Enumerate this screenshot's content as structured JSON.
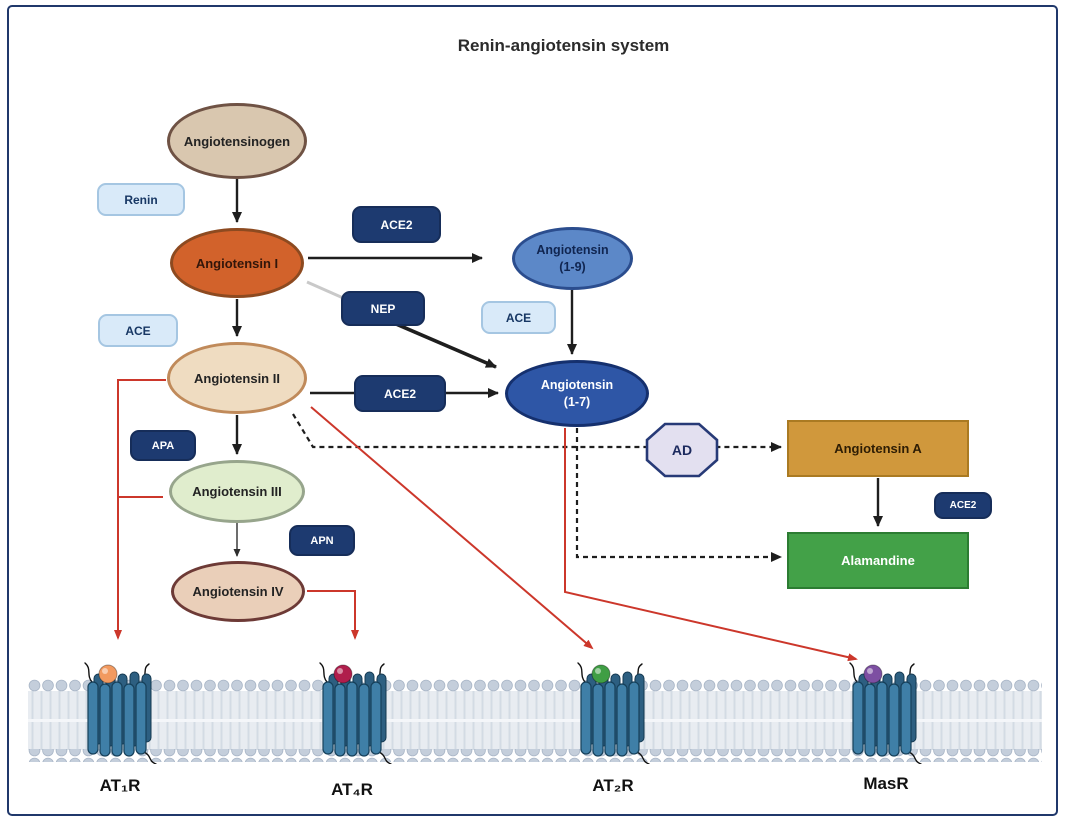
{
  "title": "Renin-angiotensin system",
  "nodes": {
    "angiotensinogen": "Angiotensinogen",
    "angiotensin_i": "Angiotensin I",
    "angiotensin_1_9": {
      "line1": "Angiotensin",
      "line2": "(1-9)"
    },
    "angiotensin_ii": "Angiotensin II",
    "angiotensin_1_7": {
      "line1": "Angiotensin",
      "line2": "(1-7)"
    },
    "angiotensin_iii": "Angiotensin III",
    "angiotensin_iv": "Angiotensin IV",
    "angiotensin_a": "Angiotensin A",
    "alamandine": "Alamandine"
  },
  "enzymes": {
    "renin": "Renin",
    "ace_left": "ACE",
    "ace_mid": "ACE",
    "ace2_top": "ACE2",
    "ace2_mid": "ACE2",
    "ace2_right": "ACE2",
    "nep": "NEP",
    "apa": "APA",
    "apn": "APN",
    "ad": "AD"
  },
  "receptors": {
    "at1r": "AT₁R",
    "at4r": "AT₄R",
    "at2r": "AT₂R",
    "masr": "MasR"
  },
  "ligand_colors": {
    "at1r": "#f29a60",
    "at4r": "#b01e4c",
    "at2r": "#3f9e44",
    "masr": "#7d4fa2"
  },
  "colors": {
    "frame_border": "#20386b",
    "angiotensinogen_fill": "#d9c7af",
    "angiotensin_i_fill": "#d2622b",
    "angiotensin_1_9_fill": "#5c88c8",
    "angiotensin_ii_fill": "#efdcc1",
    "angiotensin_1_7_fill": "#2e56a6",
    "angiotensin_iii_fill": "#e0edcd",
    "angiotensin_iv_fill": "#eacfb9",
    "angiotensin_a_fill": "#d0983c",
    "alamandine_fill": "#43a148",
    "enzyme_dark_fill": "#1d3a70",
    "enzyme_light_fill": "#d9eaf9",
    "arrow_black": "#1e1e1e",
    "arrow_red": "#cc372b"
  }
}
